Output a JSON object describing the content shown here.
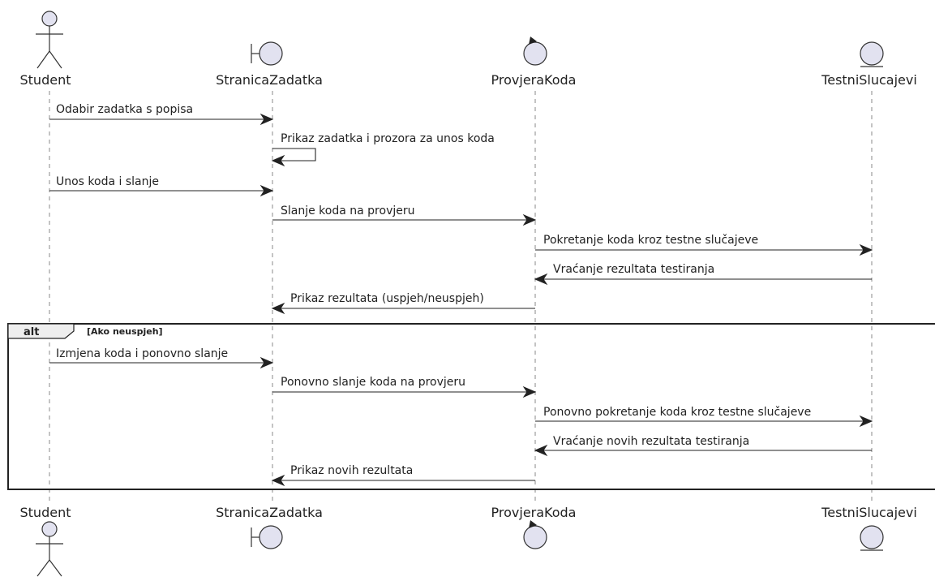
{
  "participants": [
    {
      "name": "Student",
      "kind": "actor"
    },
    {
      "name": "StranicaZadatka",
      "kind": "boundary"
    },
    {
      "name": "ProvjeraKoda",
      "kind": "control"
    },
    {
      "name": "TestniSlucajevi",
      "kind": "entity"
    }
  ],
  "messages": [
    {
      "text": "Odabir zadatka s popisa",
      "from": 0,
      "to": 1
    },
    {
      "text": "Prikaz zadatka i prozora za unos koda",
      "from": 1,
      "to": 1
    },
    {
      "text": "Unos koda i slanje",
      "from": 0,
      "to": 1
    },
    {
      "text": "Slanje koda na provjeru",
      "from": 1,
      "to": 2
    },
    {
      "text": "Pokretanje koda kroz testne slučajeve",
      "from": 2,
      "to": 3
    },
    {
      "text": "Vraćanje rezultata testiranja",
      "from": 3,
      "to": 2
    },
    {
      "text": "Prikaz rezultata (uspjeh/neuspjeh)",
      "from": 2,
      "to": 1
    },
    {
      "text": "Izmjena koda i ponovno slanje",
      "from": 0,
      "to": 1
    },
    {
      "text": "Ponovno slanje koda na provjeru",
      "from": 1,
      "to": 2
    },
    {
      "text": "Ponovno pokretanje koda kroz testne slučajeve",
      "from": 2,
      "to": 3
    },
    {
      "text": "Vraćanje novih rezultata testiranja",
      "from": 3,
      "to": 2
    },
    {
      "text": "Prikaz novih rezultata",
      "from": 2,
      "to": 1
    }
  ],
  "fragment": {
    "operator": "alt",
    "condition": "[Ako neuspjeh]"
  }
}
